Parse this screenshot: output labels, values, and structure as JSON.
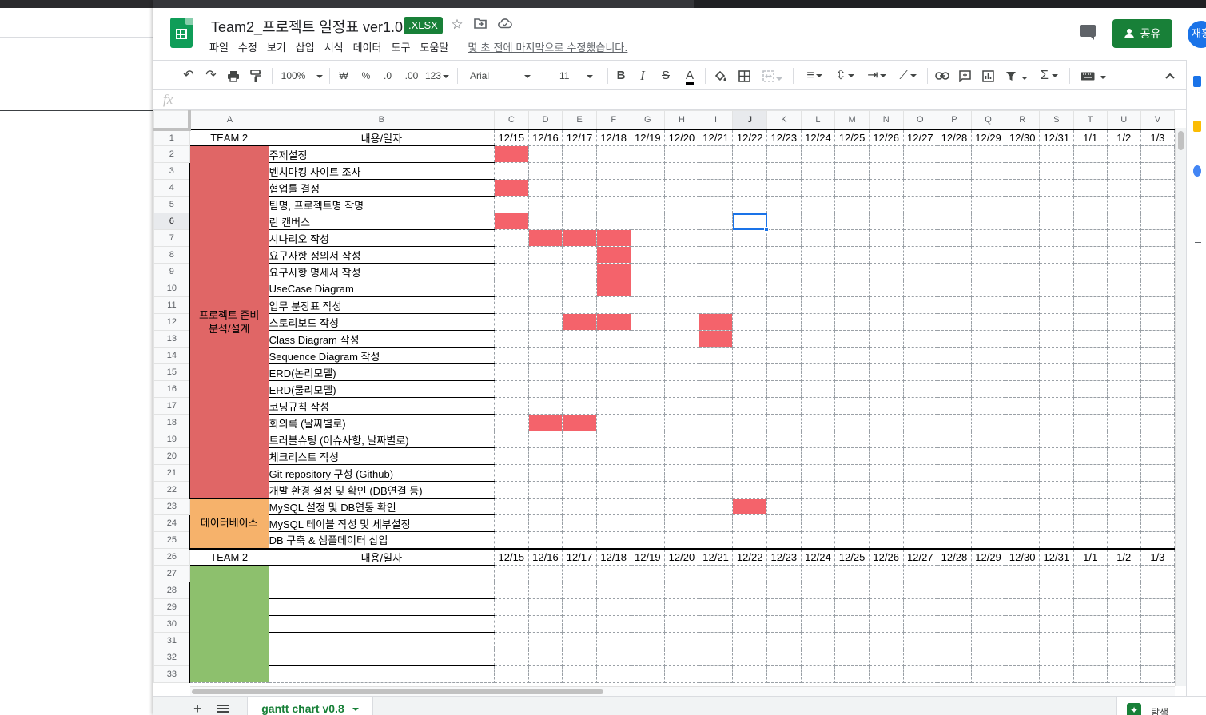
{
  "doc": {
    "title": "Team2_프로젝트 일정표 ver1.0",
    "badge": ".XLSX"
  },
  "header_icons": [
    "star-icon",
    "move-to-folder-icon",
    "cloud-saved-icon"
  ],
  "menu": [
    "파일",
    "수정",
    "보기",
    "삽입",
    "서식",
    "데이터",
    "도구",
    "도움말"
  ],
  "last_edit": "몇 초 전에 마지막으로 수정했습니다.",
  "share": {
    "label": "공유"
  },
  "avatar": {
    "label": "재홍"
  },
  "toolbar": {
    "zoom": "100%",
    "currency": "₩",
    "percent": "%",
    "dec_decrease": ".0",
    "dec_increase": ".00",
    "format_more": "123",
    "font": "Arial",
    "font_size": "11",
    "bold": "B",
    "italic": "I",
    "strike": "S",
    "text_color": "A"
  },
  "formula": {
    "fx": "fx"
  },
  "colors": {
    "bar": "#f4636b",
    "phase1": "#e06666",
    "phase2": "#f6b26b",
    "phase3": "#8dc06d",
    "brand": "#188038",
    "weekend_red": "#e53935",
    "weekend_blue": "#0b6cbf"
  },
  "grid": {
    "columns": [
      "A",
      "B",
      "C",
      "D",
      "E",
      "F",
      "G",
      "H",
      "I",
      "J",
      "K",
      "L",
      "M",
      "N",
      "O",
      "P",
      "Q",
      "R",
      "S",
      "T",
      "U",
      "V"
    ],
    "selected_column": "J",
    "selected_row": 6,
    "header_row": {
      "team": "TEAM 2",
      "label": "내용/일자"
    },
    "dates": [
      {
        "d": "12/15",
        "c": "n"
      },
      {
        "d": "12/16",
        "c": "n"
      },
      {
        "d": "12/17",
        "c": "n"
      },
      {
        "d": "12/18",
        "c": "n"
      },
      {
        "d": "12/19",
        "c": "b"
      },
      {
        "d": "12/20",
        "c": "r"
      },
      {
        "d": "12/21",
        "c": "n"
      },
      {
        "d": "12/22",
        "c": "n"
      },
      {
        "d": "12/23",
        "c": "n"
      },
      {
        "d": "12/24",
        "c": "n"
      },
      {
        "d": "12/25",
        "c": "r"
      },
      {
        "d": "12/26",
        "c": "b"
      },
      {
        "d": "12/27",
        "c": "r"
      },
      {
        "d": "12/28",
        "c": "n"
      },
      {
        "d": "12/29",
        "c": "n"
      },
      {
        "d": "12/30",
        "c": "n"
      },
      {
        "d": "12/31",
        "c": "n"
      },
      {
        "d": "1/1",
        "c": "r"
      },
      {
        "d": "1/2",
        "c": "b"
      },
      {
        "d": "1/3",
        "c": "r"
      }
    ],
    "phases": [
      {
        "label": "프로젝트 준비\n분석/설계",
        "start": 2,
        "end": 22,
        "color": "phase1"
      },
      {
        "label": "데이터베이스",
        "start": 23,
        "end": 25,
        "color": "phase2"
      },
      {
        "label": "",
        "start": 27,
        "end": 33,
        "color": "phase3"
      }
    ],
    "tasks": [
      {
        "row": 2,
        "label": "주제설정",
        "bars": [
          0
        ]
      },
      {
        "row": 3,
        "label": "벤치마킹 사이트 조사",
        "bars": []
      },
      {
        "row": 4,
        "label": "협업툴 결정",
        "bars": [
          0
        ]
      },
      {
        "row": 5,
        "label": "팀명, 프로젝트명 작명",
        "bars": []
      },
      {
        "row": 6,
        "label": "린 캔버스",
        "bars": [
          0
        ]
      },
      {
        "row": 7,
        "label": "시나리오 작성",
        "bars": [
          1,
          2,
          3
        ]
      },
      {
        "row": 8,
        "label": "요구사항 정의서 작성",
        "bars": [
          3
        ]
      },
      {
        "row": 9,
        "label": "요구사항 명세서 작성",
        "bars": [
          3
        ]
      },
      {
        "row": 10,
        "label": "UseCase Diagram",
        "bars": [
          3
        ]
      },
      {
        "row": 11,
        "label": "업무 분장표 작성",
        "bars": []
      },
      {
        "row": 12,
        "label": "스토리보드 작성",
        "bars": [
          2,
          3,
          6
        ]
      },
      {
        "row": 13,
        "label": "Class Diagram 작성",
        "bars": [
          6
        ]
      },
      {
        "row": 14,
        "label": "Sequence Diagram 작성",
        "bars": []
      },
      {
        "row": 15,
        "label": "ERD(논리모델)",
        "bars": []
      },
      {
        "row": 16,
        "label": "ERD(물리모델)",
        "bars": []
      },
      {
        "row": 17,
        "label": "코딩규칙 작성",
        "bars": []
      },
      {
        "row": 18,
        "label": "회의록 (날짜별로)",
        "bars": [
          1,
          2
        ]
      },
      {
        "row": 19,
        "label": "트러블슈팅 (이슈사항, 날짜별로)",
        "bars": []
      },
      {
        "row": 20,
        "label": "체크리스트 작성",
        "bars": []
      },
      {
        "row": 21,
        "label": "Git repository 구성 (Github)",
        "bars": []
      },
      {
        "row": 22,
        "label": "개발 환경 설정 및 확인 (DB연결 등)",
        "bars": []
      },
      {
        "row": 23,
        "label": "MySQL 설정 및 DB연동 확인",
        "bars": [
          7
        ]
      },
      {
        "row": 24,
        "label": "MySQL 테이블 작성 및 세부설정",
        "bars": []
      },
      {
        "row": 25,
        "label": "DB 구축 & 샘플데이터 삽입",
        "bars": []
      },
      {
        "row": 27,
        "label": "",
        "bars": []
      },
      {
        "row": 28,
        "label": "",
        "bars": []
      },
      {
        "row": 29,
        "label": "",
        "bars": []
      },
      {
        "row": 30,
        "label": "",
        "bars": []
      },
      {
        "row": 31,
        "label": "",
        "bars": []
      },
      {
        "row": 32,
        "label": "",
        "bars": []
      },
      {
        "row": 33,
        "label": "",
        "bars": []
      }
    ]
  },
  "sheet_tab": {
    "label": "gantt chart v0.8"
  },
  "explore": {
    "label": "탐색"
  }
}
